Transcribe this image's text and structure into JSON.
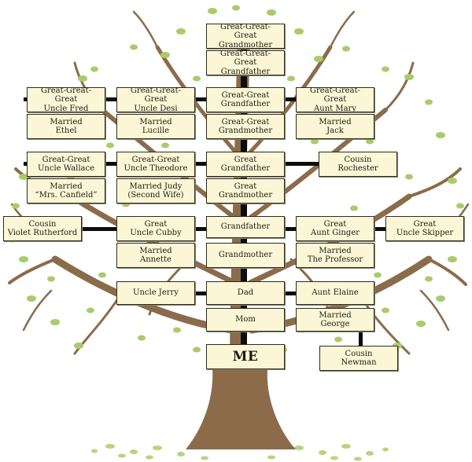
{
  "colors": {
    "card_fill": "#fbf7d6",
    "leaf": "#a8cc6a",
    "trunk": "#8b6b4a",
    "connector": "#0d0d0d"
  },
  "people": {
    "ggg_grandmother": "Great-Great-Great\nGrandmother",
    "ggg_grandfather": "Great-Great-Great\nGrandfather",
    "ggg_uncle_fred": "Great-Great-Great\nUncle Fred",
    "married_ethel": "Married\nEthel",
    "ggg_uncle_desi": "Great-Great-Great\nUncle Desi",
    "married_lucille": "Married\nLucille",
    "gg_grandfather": "Great-Great\nGrandfather",
    "gg_grandmother": "Great-Great\nGrandmother",
    "ggg_aunt_mary": "Great-Great-Great\nAunt Mary",
    "married_jack": "Married\nJack",
    "gg_uncle_wallace": "Great-Great\nUncle Wallace",
    "married_mrs_canfield": "Married\n“Mrs. Canfield”",
    "gg_uncle_theodore": "Great-Great\nUncle Theodore",
    "married_judy": "Married Judy\n(Second Wife)",
    "great_grandfather": "Great\nGrandfather",
    "great_grandmother": "Great\nGrandmother",
    "cousin_rochester": "Cousin\nRochester",
    "cousin_violet": "Cousin\nViolet Rutherford",
    "great_uncle_cubby": "Great\nUncle Cubby",
    "married_annette": "Married\nAnnette",
    "grandfather": "Grandfather",
    "grandmother": "Grandmother",
    "great_aunt_ginger": "Great\nAunt Ginger",
    "married_professor": "Married\nThe Professor",
    "great_uncle_skipper": "Great\nUncle Skipper",
    "uncle_jerry": "Uncle Jerry",
    "dad": "Dad",
    "aunt_elaine": "Aunt Elaine",
    "mom": "Mom",
    "married_george": "Married\nGeorge",
    "me": "ME",
    "cousin_newman": "Cousin\nNewman"
  }
}
